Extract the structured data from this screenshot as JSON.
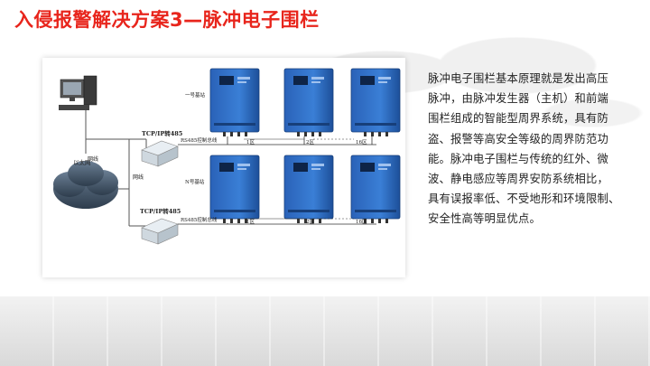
{
  "slide": {
    "title": "入侵报警解决方案3—脉冲电子围栏",
    "description": "脉冲电子围栏基本原理就是发出高压\n脉冲，由脉冲发生器（主机）和前端\n围栏组成的智能型周界系统，具有防\n盗、报警等高安全等级的周界防范功\n能。脉冲电子围栏与传统的红外、微\n波、静电感应等周界安防系统相比，\n具有误报率低、不受地形和环境限制、\n安全性高等明显优点。"
  },
  "diagram": {
    "network_label": "以太网",
    "line_label_top": "网线",
    "line_label_bottom": "网线",
    "converter_top_label": "TCP/IP转485",
    "converter_bottom_label": "TCP/IP转485",
    "bus_top_label": "RS485控制总线",
    "bus_bottom_label": "RS485控制总线",
    "station_top_label": "一号基站",
    "station_bottom_label": "N号基站",
    "zones_top": [
      "1区",
      "2区",
      "16区"
    ],
    "zones_bottom": [
      "1区",
      "2区",
      "16区"
    ],
    "colors": {
      "controller": "#2f6fc4",
      "controller_dark": "#1d4f99",
      "accent": "#e8251c"
    }
  }
}
